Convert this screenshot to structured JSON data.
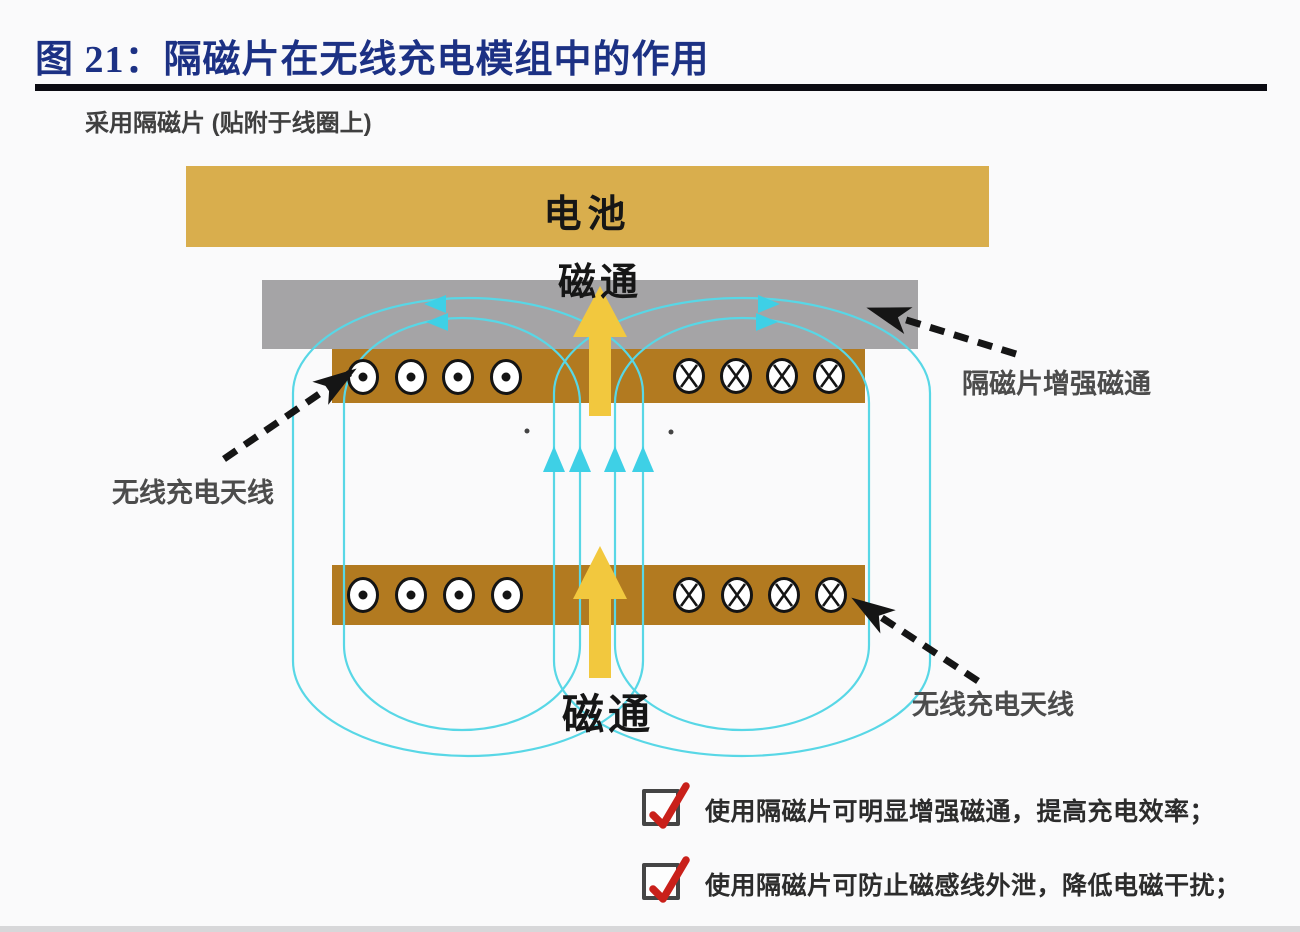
{
  "figure": {
    "title": "图 21：隔磁片在无线充电模组中的作用",
    "caption": "采用隔磁片 (贴附于线圈上)"
  },
  "diagram": {
    "battery_label": "电池",
    "flux_top_label": "磁通",
    "flux_bottom_label": "磁通",
    "annotations": {
      "left": "无线充电天线",
      "right": "隔磁片增强磁通",
      "bottom_right": "无线充电天线"
    },
    "icons": {
      "coil_current_out": "circle-dot-icon",
      "coil_current_in": "circle-cross-icon",
      "flux_arrow": "up-arrow-icon",
      "field_lines": "field-loop-icon",
      "annotation_pointer": "dashed-arrow-icon"
    }
  },
  "checklist": {
    "checkbox_icon": "red-checkmark-icon",
    "items": [
      {
        "checked": true,
        "label": "使用隔磁片可明显增强磁通，提高充电效率；"
      },
      {
        "checked": true,
        "label": "使用隔磁片可防止磁感线外泄，降低电磁干扰；"
      }
    ]
  },
  "colors": {
    "title_navy": "#1c3184",
    "battery_gold": "#d9ae4d",
    "shield_gray": "#a5a4a6",
    "coil_copper": "#b27a20",
    "flux_yellow": "#f2c83e",
    "field_cyan": "#58d7e6",
    "check_red": "#c9201a",
    "arrow_black": "#151515"
  }
}
